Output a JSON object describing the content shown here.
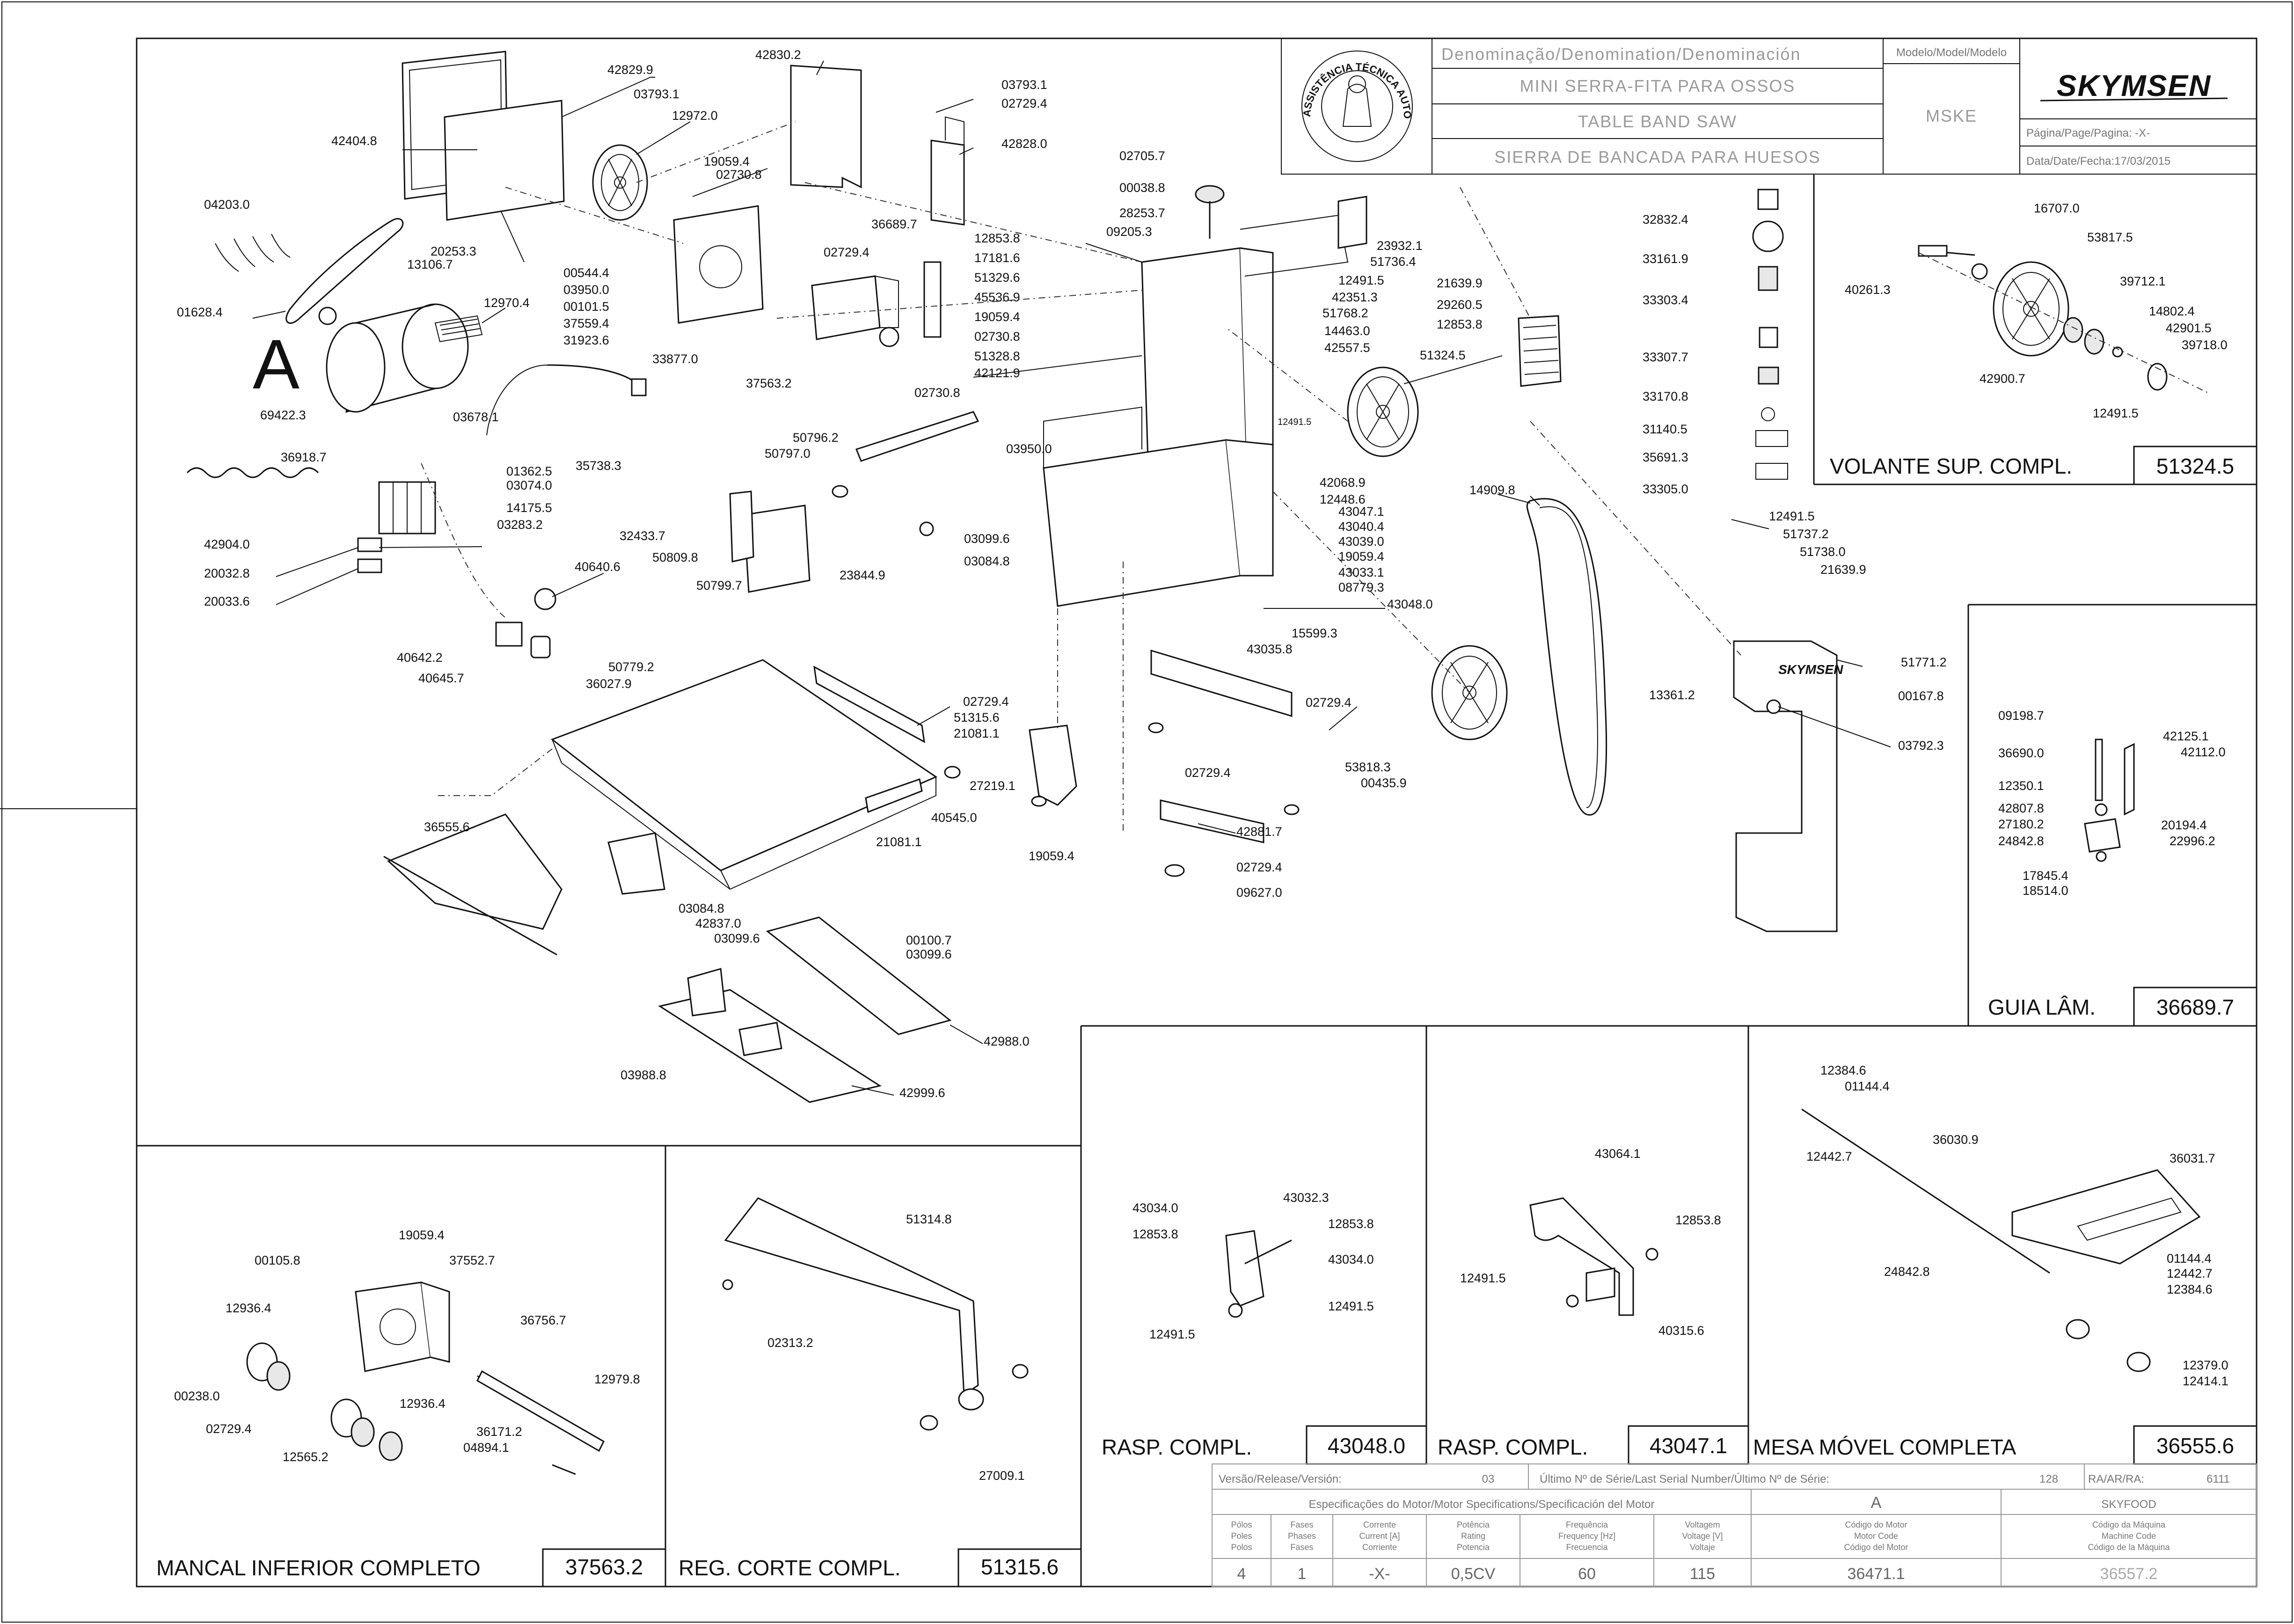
{
  "title_block": {
    "denomination_header": "Denominação/Denomination/Denominación",
    "name_pt": "MINI SERRA-FITA PARA OSSOS",
    "name_en": "TABLE BAND SAW",
    "name_es": "SIERRA DE BANCADA PARA HUESOS",
    "model_header": "Modelo/Model/Modelo",
    "model_value": "MSKE",
    "brand": "SKYMSEN",
    "page_label": "Página/Page/Pagina: ",
    "page_value": "-X-",
    "date_label": "Data/Date/Fecha:",
    "date_value": "17/03/2015",
    "seal_text": "ASSISTÊNCIA TÉCNICA AUTORIZADA"
  },
  "main_labels": {
    "A": "A",
    "p42830_2": "42830.2",
    "p42829_9": "42829.9",
    "p42404_8": "42404.8",
    "p03793_1a": "03793.1",
    "p12972_0": "12972.0",
    "p04203_0": "04203.0",
    "p20253_3": "20253.3",
    "p13106_7": "13106.7",
    "p01628_4": "01628.4",
    "p12970_4": "12970.4",
    "p19059_4a": "19059.4",
    "p02730_8a": "02730.8",
    "p00544_4": "00544.4",
    "p03950_0a": "03950.0",
    "p00101_5": "00101.5",
    "p37559_4": "37559.4",
    "p31923_6": "31923.6",
    "p33877_0": "33877.0",
    "p69422_3": "69422.3",
    "p03678_1": "03678.1",
    "p36918_7": "36918.7",
    "p35738_3": "35738.3",
    "p01362_5": "01362.5",
    "p03074_0": "03074.0",
    "p14175_5": "14175.5",
    "p03283_2": "03283.2",
    "p42904_0": "42904.0",
    "p20032_8": "20032.8",
    "p20033_6": "20033.6",
    "p40640_6": "40640.6",
    "p40642_2": "40642.2",
    "p40645_7": "40645.7",
    "p03793_1b": "03793.1",
    "p02729_4a": "02729.4",
    "p42828_0": "42828.0",
    "p36689_7a": "36689.7",
    "p02729_4b": "02729.4",
    "p12853_8a": "12853.8",
    "p17181_6": "17181.6",
    "p51329_6": "51329.6",
    "p45536_9": "45536.9",
    "p19059_4b": "19059.4",
    "p02730_8b": "02730.8",
    "p51328_8": "51328.8",
    "p42121_9": "42121.9",
    "p37563_2a": "37563.2",
    "p02730_8c": "02730.8",
    "p02705_7": "02705.7",
    "p00038_8": "00038.8",
    "p28253_7": "28253.7",
    "p09205_3": "09205.3",
    "p23932_1": "23932.1",
    "p51736_4": "51736.4",
    "p12491_5a": "12491.5",
    "p42351_3": "42351.3",
    "p51768_2": "51768.2",
    "p14463_0": "14463.0",
    "p42557_5": "42557.5",
    "p21639_9a": "21639.9",
    "p29260_5": "29260.5",
    "p12853_8b": "12853.8",
    "p51324_5a": "51324.5",
    "p12491_5b": "12491.5",
    "p42068_9": "42068.9",
    "p12448_6": "12448.6",
    "p43047_1a": "43047.1",
    "p43040_4": "43040.4",
    "p43039_0": "43039.0",
    "p19059_4c": "19059.4",
    "p43033_1": "43033.1",
    "p08779_3": "08779.3",
    "p43048_0a": "43048.0",
    "p15599_3": "15599.3",
    "p43035_8": "43035.8",
    "p50796_2": "50796.2",
    "p50797_0": "50797.0",
    "p03950_0b": "03950.0",
    "p32433_7": "32433.7",
    "p50809_8": "50809.8",
    "p50799_7": "50799.7",
    "p23844_9": "23844.9",
    "p03099_6a": "03099.6",
    "p03084_8a": "03084.8",
    "p14909_8": "14909.8",
    "p50779_2": "50779.2",
    "p36027_9": "36027.9",
    "p02729_4c": "02729.4",
    "p51315_6a": "51315.6",
    "p21081_1a": "21081.1",
    "p27219_1": "27219.1",
    "p40545_0": "40545.0",
    "p21081_1b": "21081.1",
    "p36555_6a": "36555.6",
    "p02729_4d": "02729.4",
    "p02729_4e": "02729.4",
    "p42881_7": "42881.7",
    "p19059_4d": "19059.4",
    "p02729_4f": "02729.4",
    "p09627_0": "09627.0",
    "p53818_3": "53818.3",
    "p00435_9": "00435.9",
    "p03084_8b": "03084.8",
    "p42837_0": "42837.0",
    "p03099_6b": "03099.6",
    "p00100_7": "00100.7",
    "p03099_6c": "03099.6",
    "p42988_0": "42988.0",
    "p03988_8": "03988.8",
    "p42999_6": "42999.6",
    "p32832_4": "32832.4",
    "p33161_9": "33161.9",
    "p33303_4": "33303.4",
    "p33307_7": "33307.7",
    "p33170_8": "33170.8",
    "p31140_5": "31140.5",
    "p35691_3": "35691.3",
    "p33305_0": "33305.0",
    "p12491_5c": "12491.5",
    "p51737_2": "51737.2",
    "p51738_0": "51738.0",
    "p21639_9b": "21639.9",
    "p51771_2": "51771.2",
    "p13361_2": "13361.2",
    "p00167_8": "00167.8",
    "p03792_3": "03792.3"
  },
  "volante": {
    "p16707_0": "16707.0",
    "p53817_5": "53817.5",
    "p40261_3": "40261.3",
    "p39712_1": "39712.1",
    "p14802_4": "14802.4",
    "p42901_5": "42901.5",
    "p39718_0": "39718.0",
    "p42900_7": "42900.7",
    "p12491_5": "12491.5",
    "title": "VOLANTE SUP. COMPL.",
    "code": "51324.5"
  },
  "guia": {
    "p09198_7": "09198.7",
    "p42125_1": "42125.1",
    "p42112_0": "42112.0",
    "p36690_0": "36690.0",
    "p12350_1": "12350.1",
    "p42807_8": "42807.8",
    "p27180_2": "27180.2",
    "p24842_8": "24842.8",
    "p20194_4": "20194.4",
    "p22996_2": "22996.2",
    "p17845_4": "17845.4",
    "p18514_0": "18514.0",
    "title": "GUIA LÂM.",
    "code": "36689.7"
  },
  "rasp1": {
    "p43034_0a": "43034.0",
    "p43032_3": "43032.3",
    "p12853_8a": "12853.8",
    "p12853_8b": "12853.8",
    "p43034_0b": "43034.0",
    "p12491_5a": "12491.5",
    "p12491_5b": "12491.5",
    "title": "RASP. COMPL.",
    "code": "43048.0"
  },
  "rasp2": {
    "p43064_1": "43064.1",
    "p12853_8": "12853.8",
    "p12491_5": "12491.5",
    "p40315_6": "40315.6",
    "title": "RASP. COMPL.",
    "code": "43047.1"
  },
  "mesa": {
    "p12384_6a": "12384.6",
    "p01144_4a": "01144.4",
    "p36030_9": "36030.9",
    "p36031_7": "36031.7",
    "p12442_7a": "12442.7",
    "p24842_8": "24842.8",
    "p01144_4b": "01144.4",
    "p12442_7b": "12442.7",
    "p12384_6b": "12384.6",
    "p12379_0": "12379.0",
    "p12414_1": "12414.1",
    "title": "MESA MÓVEL COMPLETA",
    "code": "36555.6"
  },
  "mancal": {
    "p19059_4": "19059.4",
    "p00105_8": "00105.8",
    "p37552_7": "37552.7",
    "p12936_4a": "12936.4",
    "p36756_7": "36756.7",
    "p12979_8": "12979.8",
    "p00238_0": "00238.0",
    "p12936_4b": "12936.4",
    "p02729_4": "02729.4",
    "p36171_2": "36171.2",
    "p04894_1": "04894.1",
    "p12565_2": "12565.2",
    "title": "MANCAL INFERIOR COMPLETO",
    "code": "37563.2"
  },
  "regcorte": {
    "p51314_8": "51314.8",
    "p02313_2": "02313.2",
    "p27009_1": "27009.1",
    "title": "REG. CORTE COMPL.",
    "code": "51315.6"
  },
  "spec": {
    "release_label": "Versão/Release/Versión:",
    "release_value": "03",
    "serial_label": "Último Nº de Série/Last Serial Number/Último Nº de Série:",
    "serial_value": "128",
    "ra_label": "RA/AR/RA:",
    "ra_value": "6111",
    "motor_header": "Especificações do Motor/Motor Specifications/Specificación del Motor",
    "motor_code_letter": "A",
    "brand_value": "SKYFOOD",
    "col_poles": [
      "Pólos",
      "Poles",
      "Polos"
    ],
    "col_phases": [
      "Fases",
      "Phases",
      "Fases"
    ],
    "col_current": [
      "Corrente",
      "Current [A]",
      "Corriente"
    ],
    "col_power": [
      "Potência",
      "Rating",
      "Potencia"
    ],
    "col_freq": [
      "Frequência",
      "Frequency [Hz]",
      "Frecuencia"
    ],
    "col_volt": [
      "Voltagem",
      "Voltage [V]",
      "Voltaje"
    ],
    "col_motorcode": [
      "Código do Motor",
      "Motor Code",
      "Código del Motor"
    ],
    "col_machinecode": [
      "Código da Máquina",
      "Machine Code",
      "Código de la Máquina"
    ],
    "poles": "4",
    "phases": "1",
    "current": "-X-",
    "power": "0,5CV",
    "freq": "60",
    "volt": "115",
    "motor_code": "36471.1",
    "machine_code": "36557.2"
  }
}
